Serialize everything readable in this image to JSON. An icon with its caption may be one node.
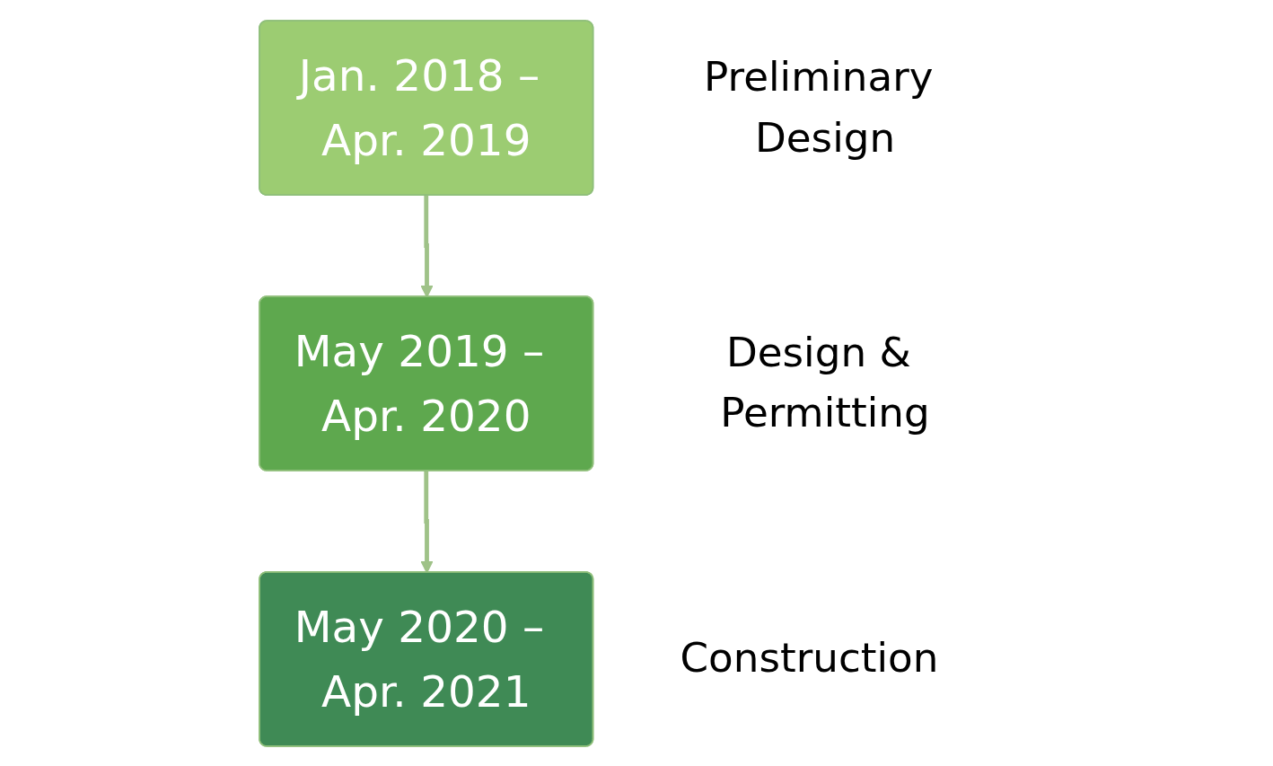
{
  "diagram": {
    "nodes": [
      {
        "text": [
          "Jan. 2018 – Apr. 2019"
        ],
        "beside": [
          "Preliminary Design"
        ]
      },
      {
        "text": [
          "May 2019 – Apr. 2020"
        ],
        "beside": [
          "Design & Permitting"
        ]
      },
      {
        "text": [
          "May 2020 – Apr. 2021"
        ],
        "beside": [
          "Construction"
        ]
      }
    ],
    "edges": [
      {
        "from": 0,
        "to": 1,
        "arrow": "to"
      },
      {
        "from": 1,
        "to": 2,
        "arrow": "to"
      }
    ]
  }
}
